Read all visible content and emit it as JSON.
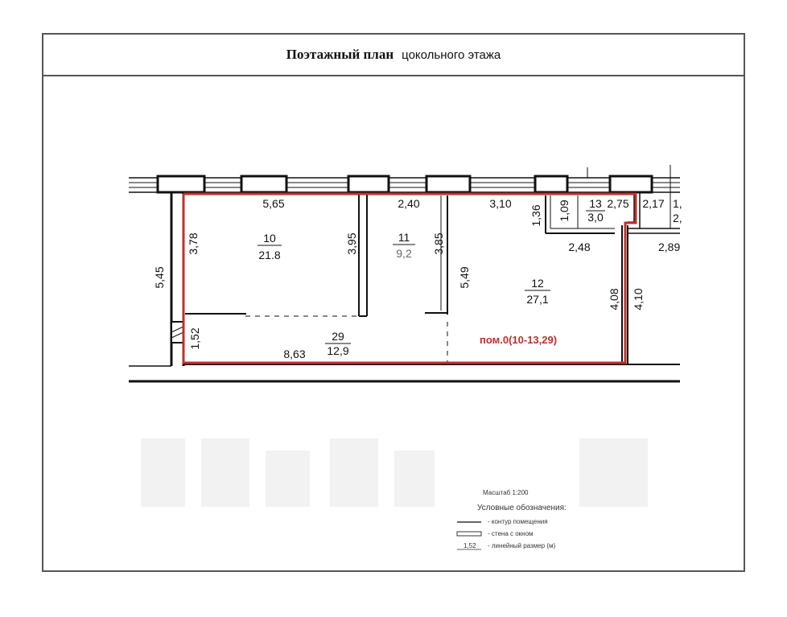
{
  "title": {
    "main": "Поэтажный план",
    "sub": "цокольного этажа"
  },
  "rooms": [
    {
      "number": "10",
      "area": "21.8"
    },
    {
      "number": "11",
      "area": "9,2"
    },
    {
      "number": "12",
      "area": "27,1"
    },
    {
      "number": "13",
      "area": "3,0"
    },
    {
      "number": "29",
      "area": "12,9"
    }
  ],
  "dimensions": {
    "top_10": "5,65",
    "top_11": "2,40",
    "top_12": "3,10",
    "top_13": "2,75",
    "top_right": "2,17",
    "h_10": "3,78",
    "h_10_mid": "3,95",
    "h_11": "3,85",
    "h_12": "5,49",
    "h_outer": "5,45",
    "h_13a": "1,36",
    "h_13b": "1,09",
    "w_13": "2,48",
    "w_right": "2,89",
    "h_corr": "1,52",
    "w_corr": "8,63",
    "h_right_in": "4,08",
    "h_right_out": "4,10",
    "edge_top": "1,",
    "edge_mid": "2,"
  },
  "premise_label": "пом.0(10-13,29)",
  "legend": {
    "scale": "Масштаб 1:200",
    "heading": "Условные обозначения:",
    "items": [
      {
        "label": "- контур помещения"
      },
      {
        "label": "- стена с окном"
      },
      {
        "symbol": "1,52",
        "label": "- линейный размер (м)"
      }
    ]
  },
  "colors": {
    "premise_outline": "#c0302a",
    "wall": "#111111"
  }
}
